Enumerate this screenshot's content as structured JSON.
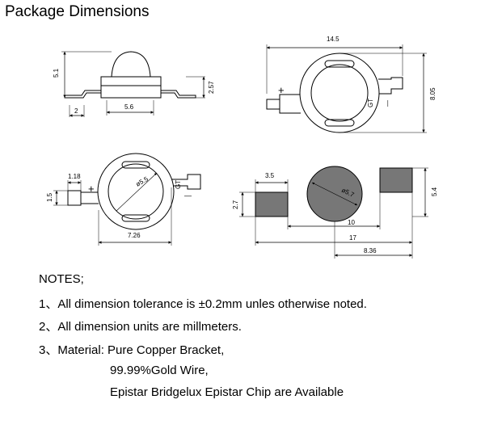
{
  "title": "Package Dimensions",
  "dims": {
    "side_height": "5.1",
    "side_lead": "2",
    "side_body": "5.6",
    "side_dome": "2.57",
    "top_width": "14.5",
    "top_height": "8.05",
    "bot_lead_w": "1.18",
    "bot_lead_h": "1.5",
    "bot_lens": "ø5.5",
    "bot_width": "7.26",
    "pad_w": "3.5",
    "pad_h": "2.7",
    "pad_lens": "ø5.7",
    "pad_h2": "5.4",
    "pad_10": "10",
    "pad_17": "17",
    "pad_836": "8.36"
  },
  "marks": {
    "plus": "+",
    "minus": "—",
    "gt": "GT"
  },
  "notes": {
    "heading": "NOTES;",
    "n1": "1、All dimension tolerance is ±0.2mm unles otherwise noted.",
    "n2": "2、All dimension units are millmeters.",
    "n3": "3、Material: Pure Copper Bracket,",
    "n3b": "99.99%Gold Wire,",
    "n3c": "Epistar Bridgelux Epistar Chip  are Available"
  }
}
